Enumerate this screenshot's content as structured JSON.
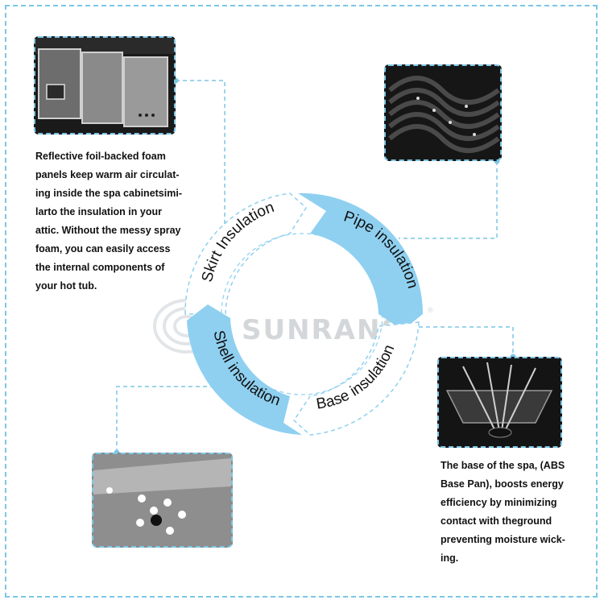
{
  "segments": {
    "skirt": "Skirt Insulation",
    "pipe": "Pipe insulation",
    "shell": "Shell insulation",
    "base": "Base insulation"
  },
  "watermark": "SUNRANS",
  "descriptions": {
    "skirt": [
      "Reflective foil-backed foam",
      "panels keep warm air circulat-",
      "ing inside the spa cabinetsimi-",
      "larto the insulation in your",
      "attic. Without the messy spray",
      "foam, you can easily access",
      "the internal components of",
      "your hot tub."
    ],
    "base": [
      "The base of the spa, (ABS",
      "Base Pan), boosts energy",
      "efficiency by minimizing",
      "contact with theground",
      "preventing moisture wick-",
      "ing."
    ]
  },
  "photos": {
    "skirt": "skirt-panels",
    "pipe": "pipe-bundle",
    "base": "base-pan",
    "shell": "shell-foam"
  },
  "colors": {
    "accent": "#7cc6e6",
    "segment_fill": "#8fd0f0",
    "dashed": "#7cc6e6"
  }
}
